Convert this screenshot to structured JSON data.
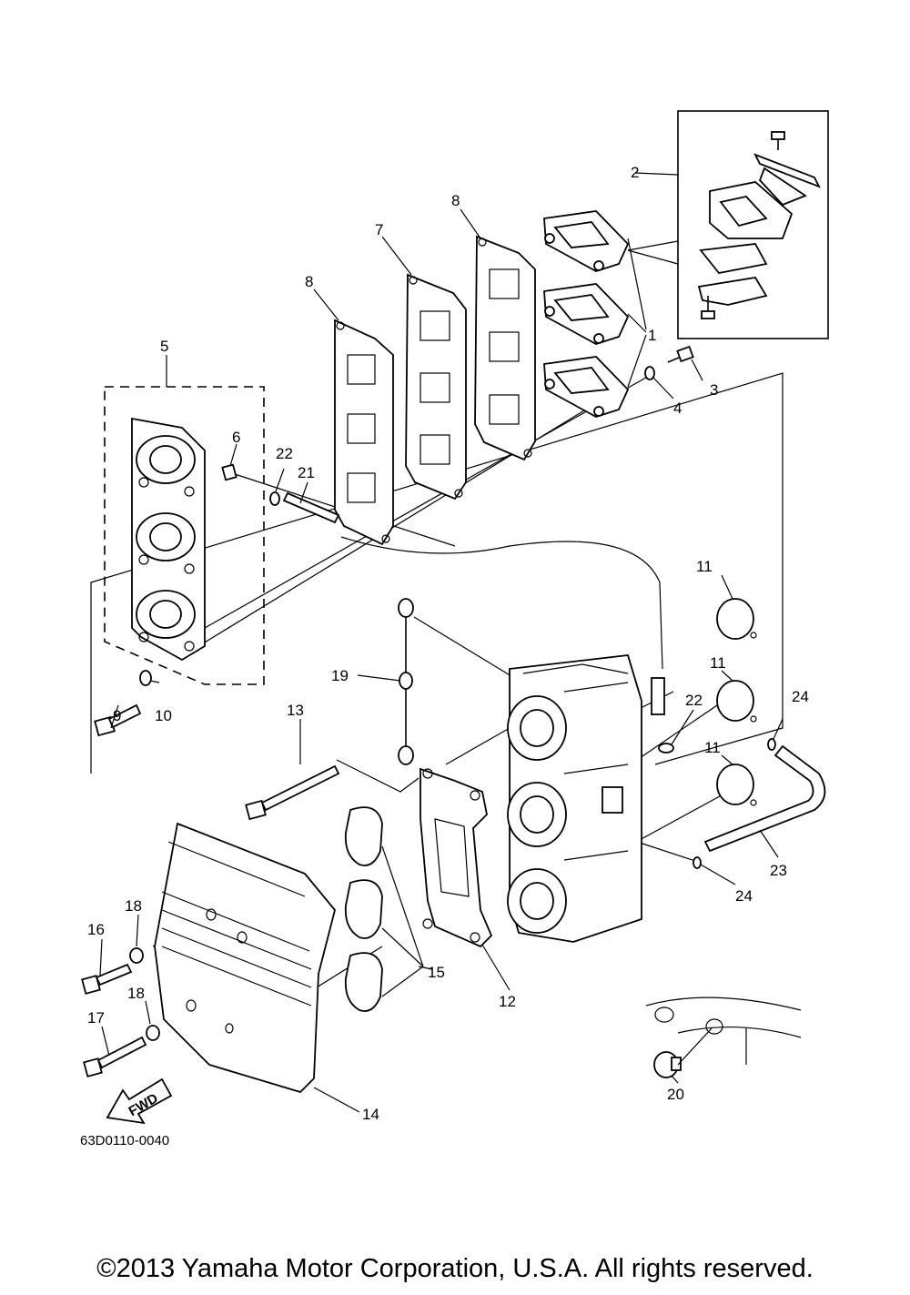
{
  "diagram": {
    "part_code": "63D0110-0040",
    "fwd_label": "FWD",
    "callouts": [
      "1",
      "2",
      "3",
      "4",
      "5",
      "6",
      "7",
      "8",
      "8",
      "9",
      "10",
      "11",
      "11",
      "11",
      "12",
      "13",
      "14",
      "15",
      "16",
      "17",
      "18",
      "18",
      "19",
      "20",
      "21",
      "22",
      "22",
      "23",
      "24",
      "24"
    ]
  },
  "footer": {
    "copyright": "©2013 Yamaha Motor Corporation, U.S.A. All rights reserved."
  }
}
